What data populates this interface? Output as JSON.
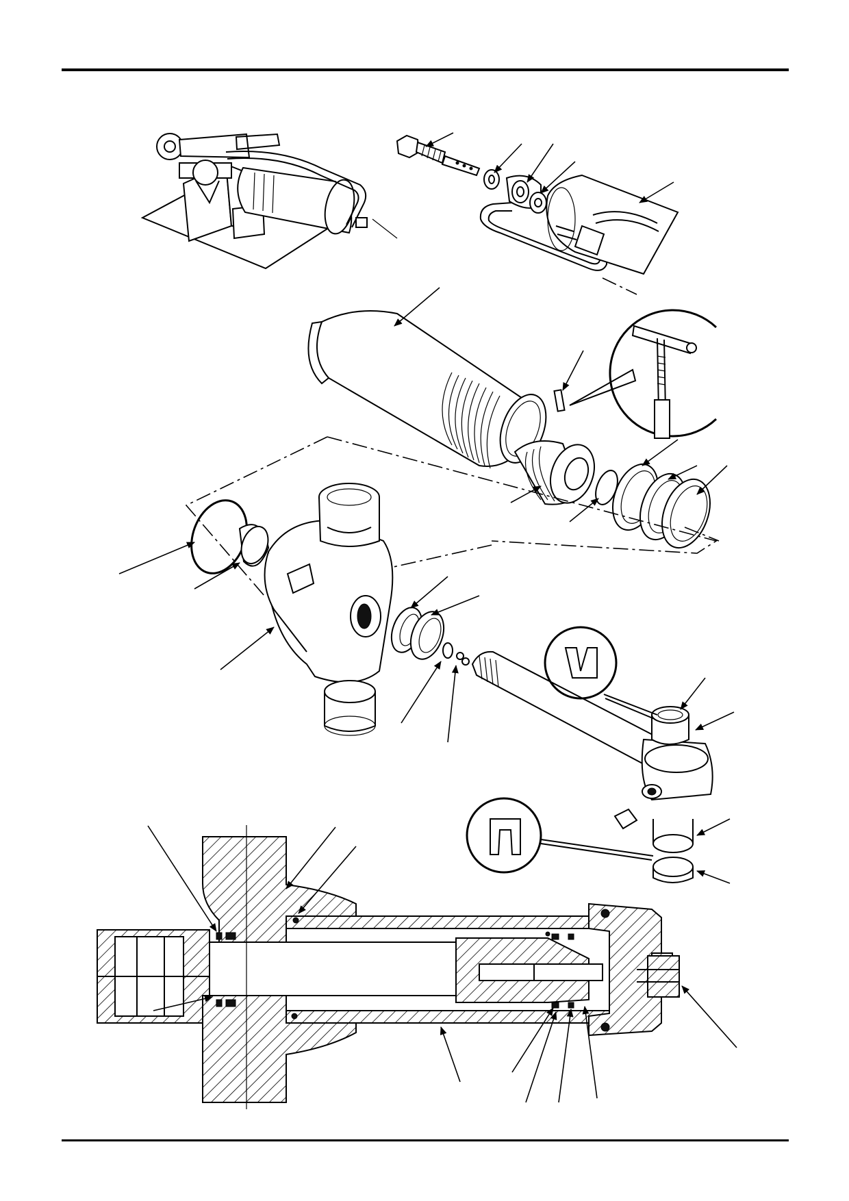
{
  "page": {
    "background": "#ffffff",
    "ink": "#000000"
  },
  "figures": [
    {
      "id": "cylinder-in-vise",
      "icon": "cylinder-vise-illustration"
    },
    {
      "id": "union-bolt-removal",
      "icon": "exploded-bolt-washers-illustration"
    },
    {
      "id": "barrel-and-piston-head",
      "icon": "barrel-piston-head-illustration"
    },
    {
      "id": "trunnion-housing-rod",
      "icon": "trunnion-rod-seals-illustration"
    },
    {
      "id": "cylinder-cross-section",
      "icon": "sectional-view-illustration"
    }
  ],
  "seal_profiles": [
    {
      "id": "u-seal-profile",
      "icon": "u-seal-profile-icon"
    },
    {
      "id": "n-seal-profile",
      "icon": "n-seal-profile-icon"
    }
  ]
}
